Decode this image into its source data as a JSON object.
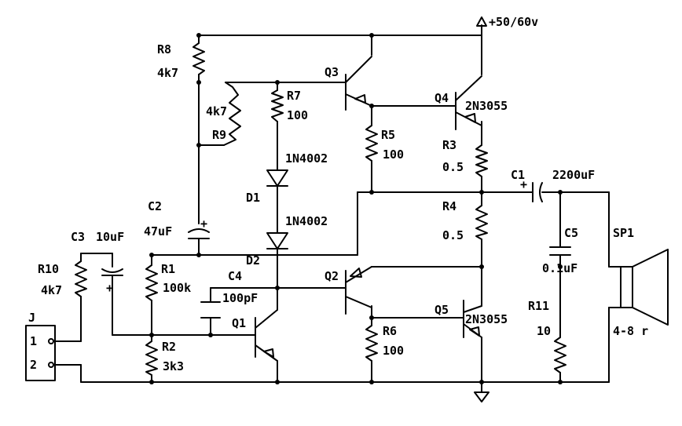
{
  "supply": "+50/60v",
  "components": {
    "R8": {
      "ref": "R8",
      "value": "4k7"
    },
    "R9": {
      "ref": "R9",
      "value": "4k7"
    },
    "R7": {
      "ref": "R7",
      "value": "100"
    },
    "R5": {
      "ref": "R5",
      "value": "100"
    },
    "R3": {
      "ref": "R3",
      "value": "0.5"
    },
    "R4": {
      "ref": "R4",
      "value": "0.5"
    },
    "R1": {
      "ref": "R1",
      "value": "100k"
    },
    "R2": {
      "ref": "R2",
      "value": "3k3"
    },
    "R6": {
      "ref": "R6",
      "value": "100"
    },
    "R10": {
      "ref": "R10",
      "value": "4k7"
    },
    "R11": {
      "ref": "R11",
      "value": "10"
    },
    "C1": {
      "ref": "C1",
      "value": "2200uF"
    },
    "C2": {
      "ref": "C2",
      "value": "47uF"
    },
    "C3": {
      "ref": "C3",
      "value": "10uF"
    },
    "C4": {
      "ref": "C4",
      "value": "100pF"
    },
    "C5": {
      "ref": "C5",
      "value": "0.1uF"
    },
    "D1": {
      "ref": "D1",
      "value": "1N4002"
    },
    "D2": {
      "ref": "D2",
      "value": "1N4002"
    },
    "Q1": {
      "ref": "Q1",
      "value": ""
    },
    "Q2": {
      "ref": "Q2",
      "value": ""
    },
    "Q3": {
      "ref": "Q3",
      "value": ""
    },
    "Q4": {
      "ref": "Q4",
      "value": "2N3055"
    },
    "Q5": {
      "ref": "Q5",
      "value": "2N3055"
    },
    "J": {
      "ref": "J",
      "pin1": "1",
      "pin2": "2"
    },
    "SP1": {
      "ref": "SP1",
      "value": "4-8 r"
    }
  },
  "polarity_mark": "+"
}
